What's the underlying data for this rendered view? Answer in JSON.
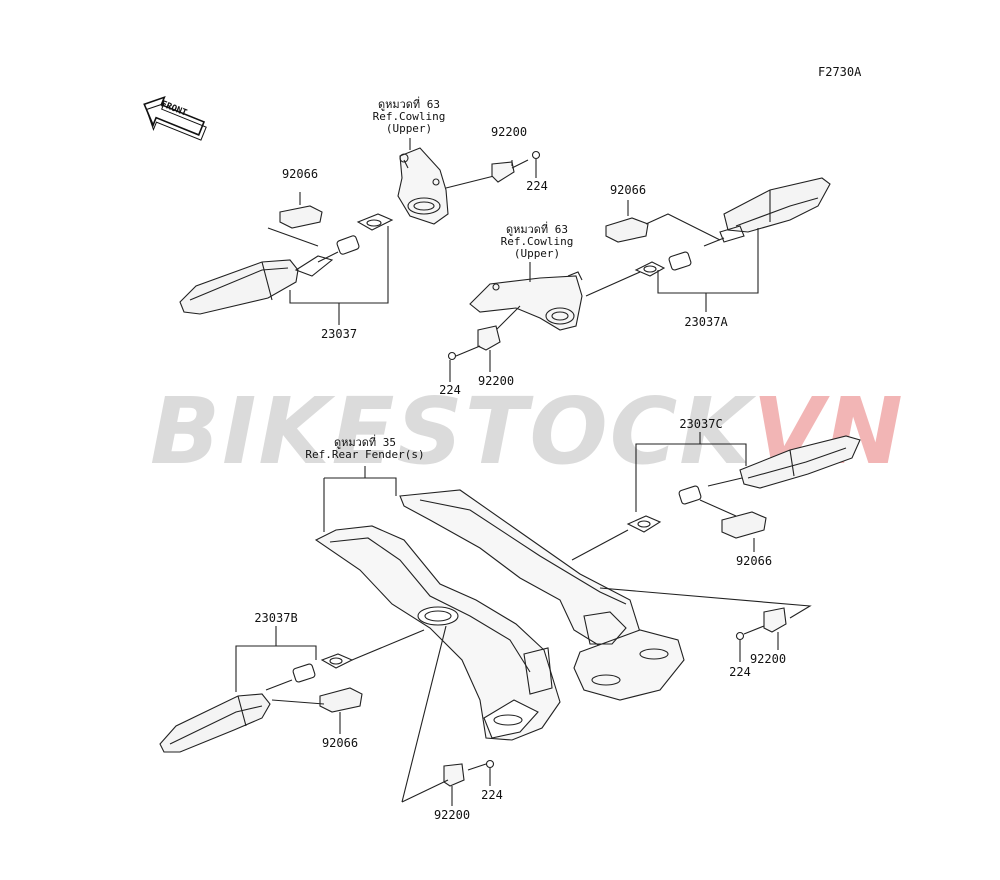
{
  "diagram_code": "F2730A",
  "front_badge": "FRONT",
  "watermark": {
    "main": "BIKESTOCK",
    "accent": "VN",
    "accent_color": "#e87878",
    "main_color": "#bebebe"
  },
  "references": {
    "upper_left": [
      "ดูหมวดที่ 63",
      "Ref.Cowling",
      "(Upper)"
    ],
    "upper_center": [
      "ดูหมวดที่ 63",
      "Ref.Cowling",
      "(Upper)"
    ],
    "rear": [
      "ดูหมวดที่ 35",
      "Ref.Rear Fender(s)"
    ]
  },
  "part_labels": {
    "p92200_a": "92200",
    "p224_a": "224",
    "p92066_a": "92066",
    "p23037": "23037",
    "p92066_b": "92066",
    "p23037A": "23037A",
    "p224_b": "224",
    "p92200_b": "92200",
    "p23037C": "23037C",
    "p92066_c": "92066",
    "p23037B": "23037B",
    "p92066_d": "92066",
    "p92200_c": "92200",
    "p224_c": "224",
    "p92200_d": "92200",
    "p224_d": "224"
  }
}
